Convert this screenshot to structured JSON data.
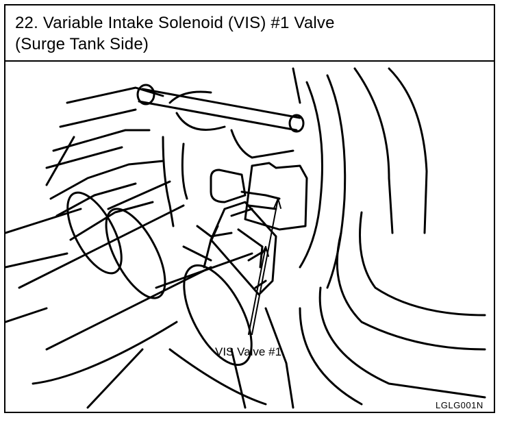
{
  "header": {
    "title_line1": "22.  Variable Intake Solenoid (VIS) #1 Valve",
    "title_line2": "(Surge Tank Side)"
  },
  "callout": {
    "label": "VIS Valve #1"
  },
  "figure": {
    "id": "LGLG001N"
  }
}
